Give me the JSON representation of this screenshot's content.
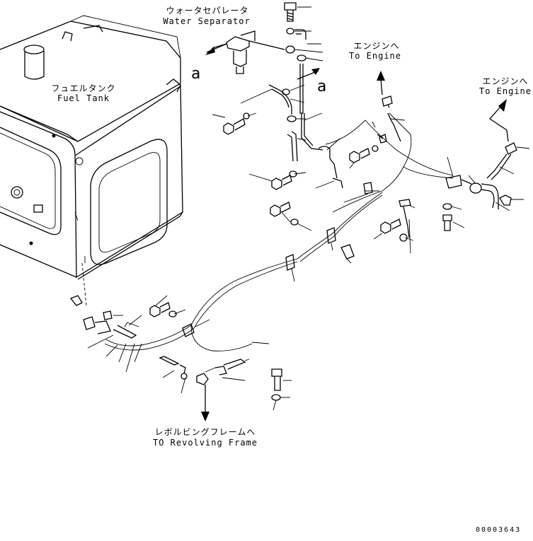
{
  "labels": {
    "water_separator_jp": "ウォータセパレータ",
    "water_separator_en": "Water Separator",
    "fuel_tank_jp": "フュエルタンク",
    "fuel_tank_en": "Fuel Tank",
    "to_engine_1_jp": "エンジンへ",
    "to_engine_1_en": "To Engine",
    "to_engine_2_jp": "エンジンへ",
    "to_engine_2_en": "To Engine",
    "revolving_jp": "レボルビングフレームへ",
    "revolving_en": "TO Revolving Frame",
    "view_a_1": "a",
    "view_a_2": "a"
  },
  "drawing_number": "00003643"
}
